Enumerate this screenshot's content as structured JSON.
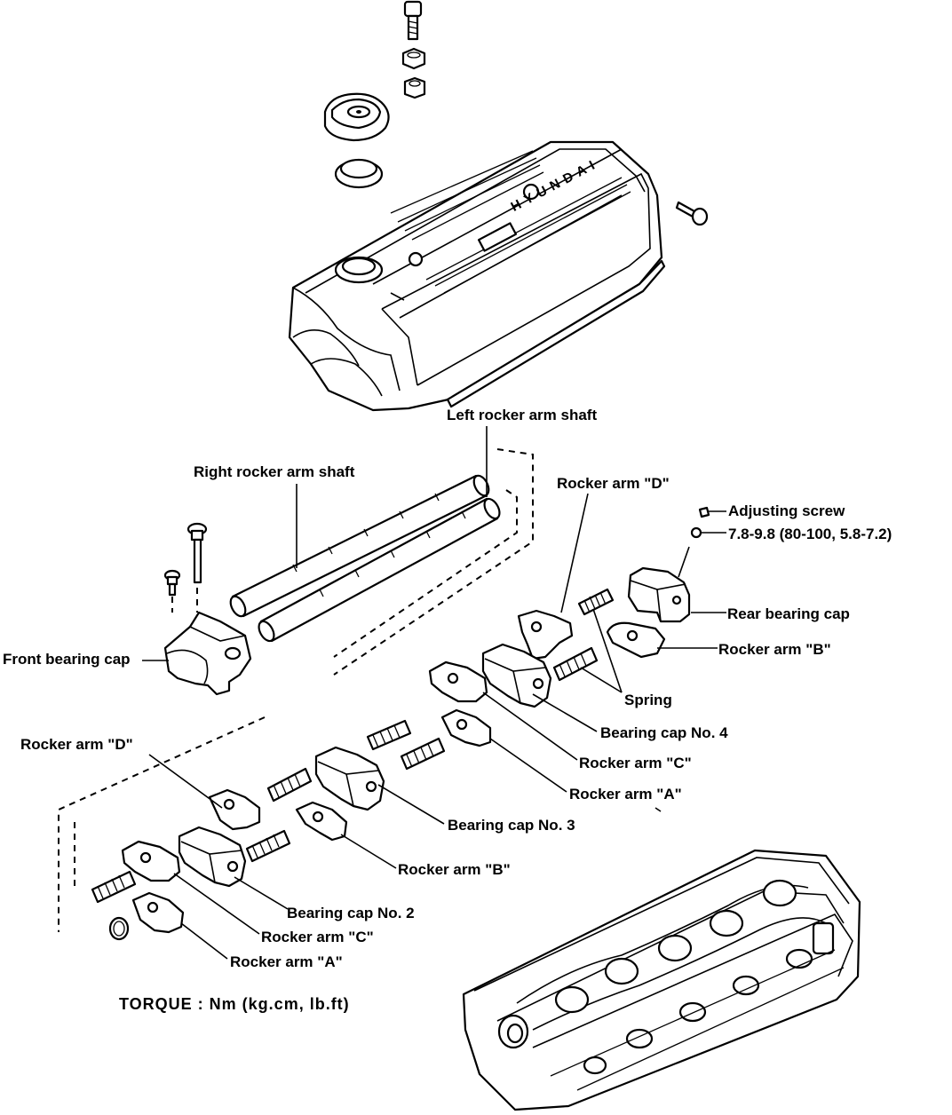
{
  "labels": {
    "left_shaft": "Left rocker arm shaft",
    "right_shaft": "Right rocker arm shaft",
    "rocker_d_top": "Rocker arm \"D\"",
    "adjusting_screw": "Adjusting screw",
    "torque_spec": "7.8-9.8 (80-100, 5.8-7.2)",
    "rear_cap": "Rear bearing cap",
    "rocker_b_right": "Rocker arm \"B\"",
    "front_cap": "Front bearing cap",
    "spring": "Spring",
    "cap4": "Bearing cap No. 4",
    "rocker_c_mid": "Rocker arm \"C\"",
    "rocker_a_mid": "Rocker arm \"A\"",
    "rocker_d_left": "Rocker arm \"D\"",
    "cap3": "Bearing cap No. 3",
    "rocker_b_mid": "Rocker arm \"B\"",
    "cap2": "Bearing cap No. 2",
    "rocker_c_low": "Rocker arm \"C\"",
    "rocker_a_low": "Rocker arm \"A\"",
    "torque_unit": "TORQUE : Nm (kg.cm, lb.ft)",
    "cover_brand": "HYUNDAI"
  }
}
